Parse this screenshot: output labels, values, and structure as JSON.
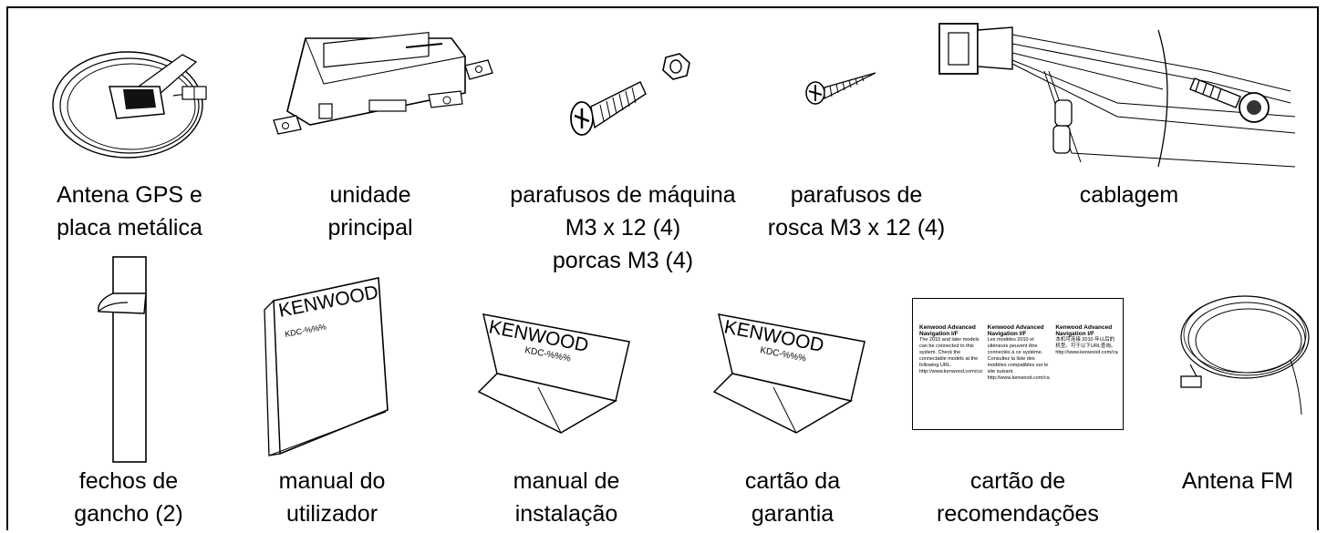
{
  "items": [
    {
      "id": "gps-antenna",
      "lines": [
        "Antena GPS e",
        "placa metálica"
      ]
    },
    {
      "id": "main-unit",
      "lines": [
        "unidade",
        "principal"
      ]
    },
    {
      "id": "machine-screws",
      "lines": [
        "parafusos de máquina",
        "M3 x 12 (4)",
        "porcas M3 (4)"
      ]
    },
    {
      "id": "tapping-screws",
      "lines": [
        "parafusos de",
        "rosca M3 x 12 (4)"
      ]
    },
    {
      "id": "wiring",
      "lines": [
        "cablagem"
      ]
    },
    {
      "id": "hook-fasteners",
      "lines": [
        "fechos de",
        "gancho (2)"
      ]
    },
    {
      "id": "user-manual",
      "lines": [
        "manual do",
        "utilizador"
      ]
    },
    {
      "id": "install-manual",
      "lines": [
        "manual de",
        "instalação"
      ]
    },
    {
      "id": "warranty-card",
      "lines": [
        "cartão da",
        "garantia"
      ]
    },
    {
      "id": "recommend-card",
      "lines": [
        "cartão de",
        "recomendações"
      ]
    },
    {
      "id": "fm-antenna",
      "lines": [
        "Antena FM"
      ]
    }
  ],
  "illustrations": {
    "manual_brand": "KENWOOD",
    "manual_model": "KDC-%%%",
    "rec_card_columns": [
      {
        "title": "Kenwood Advanced Navigation I/F",
        "body": "The 2010 and later models can be connected to this system. Check the connectable models at the following URL. http://www.kenwood.com/cs/ce"
      },
      {
        "title": "Kenwood Advanced Navigation I/F",
        "body": "Les modèles 2010 et ultérieurs peuvent être connectés à ce système. Consultez la liste des modèles compatibles sur le site suivant. http://www.kenwood.com/cs/ce"
      },
      {
        "title": "Kenwood Advanced Navigation I/F",
        "body": "本机可连接 2010 年以后的机型。可于以下URL查询。 http://www.kenwood.com/cs/ce"
      }
    ]
  }
}
